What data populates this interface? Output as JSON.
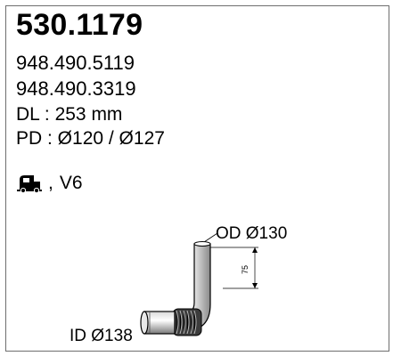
{
  "product": {
    "part_number": "530.1179",
    "references": [
      "948.490.5119",
      "948.490.3319"
    ],
    "dl": "DL : 253 mm",
    "pd": "PD : Ø120 / Ø127"
  },
  "application": {
    "icon": "truck-icon",
    "separator": ",",
    "engine": "V6"
  },
  "drawing": {
    "od_label": "OD Ø130",
    "id_label": "ID Ø138",
    "dimension_value": "75"
  }
}
